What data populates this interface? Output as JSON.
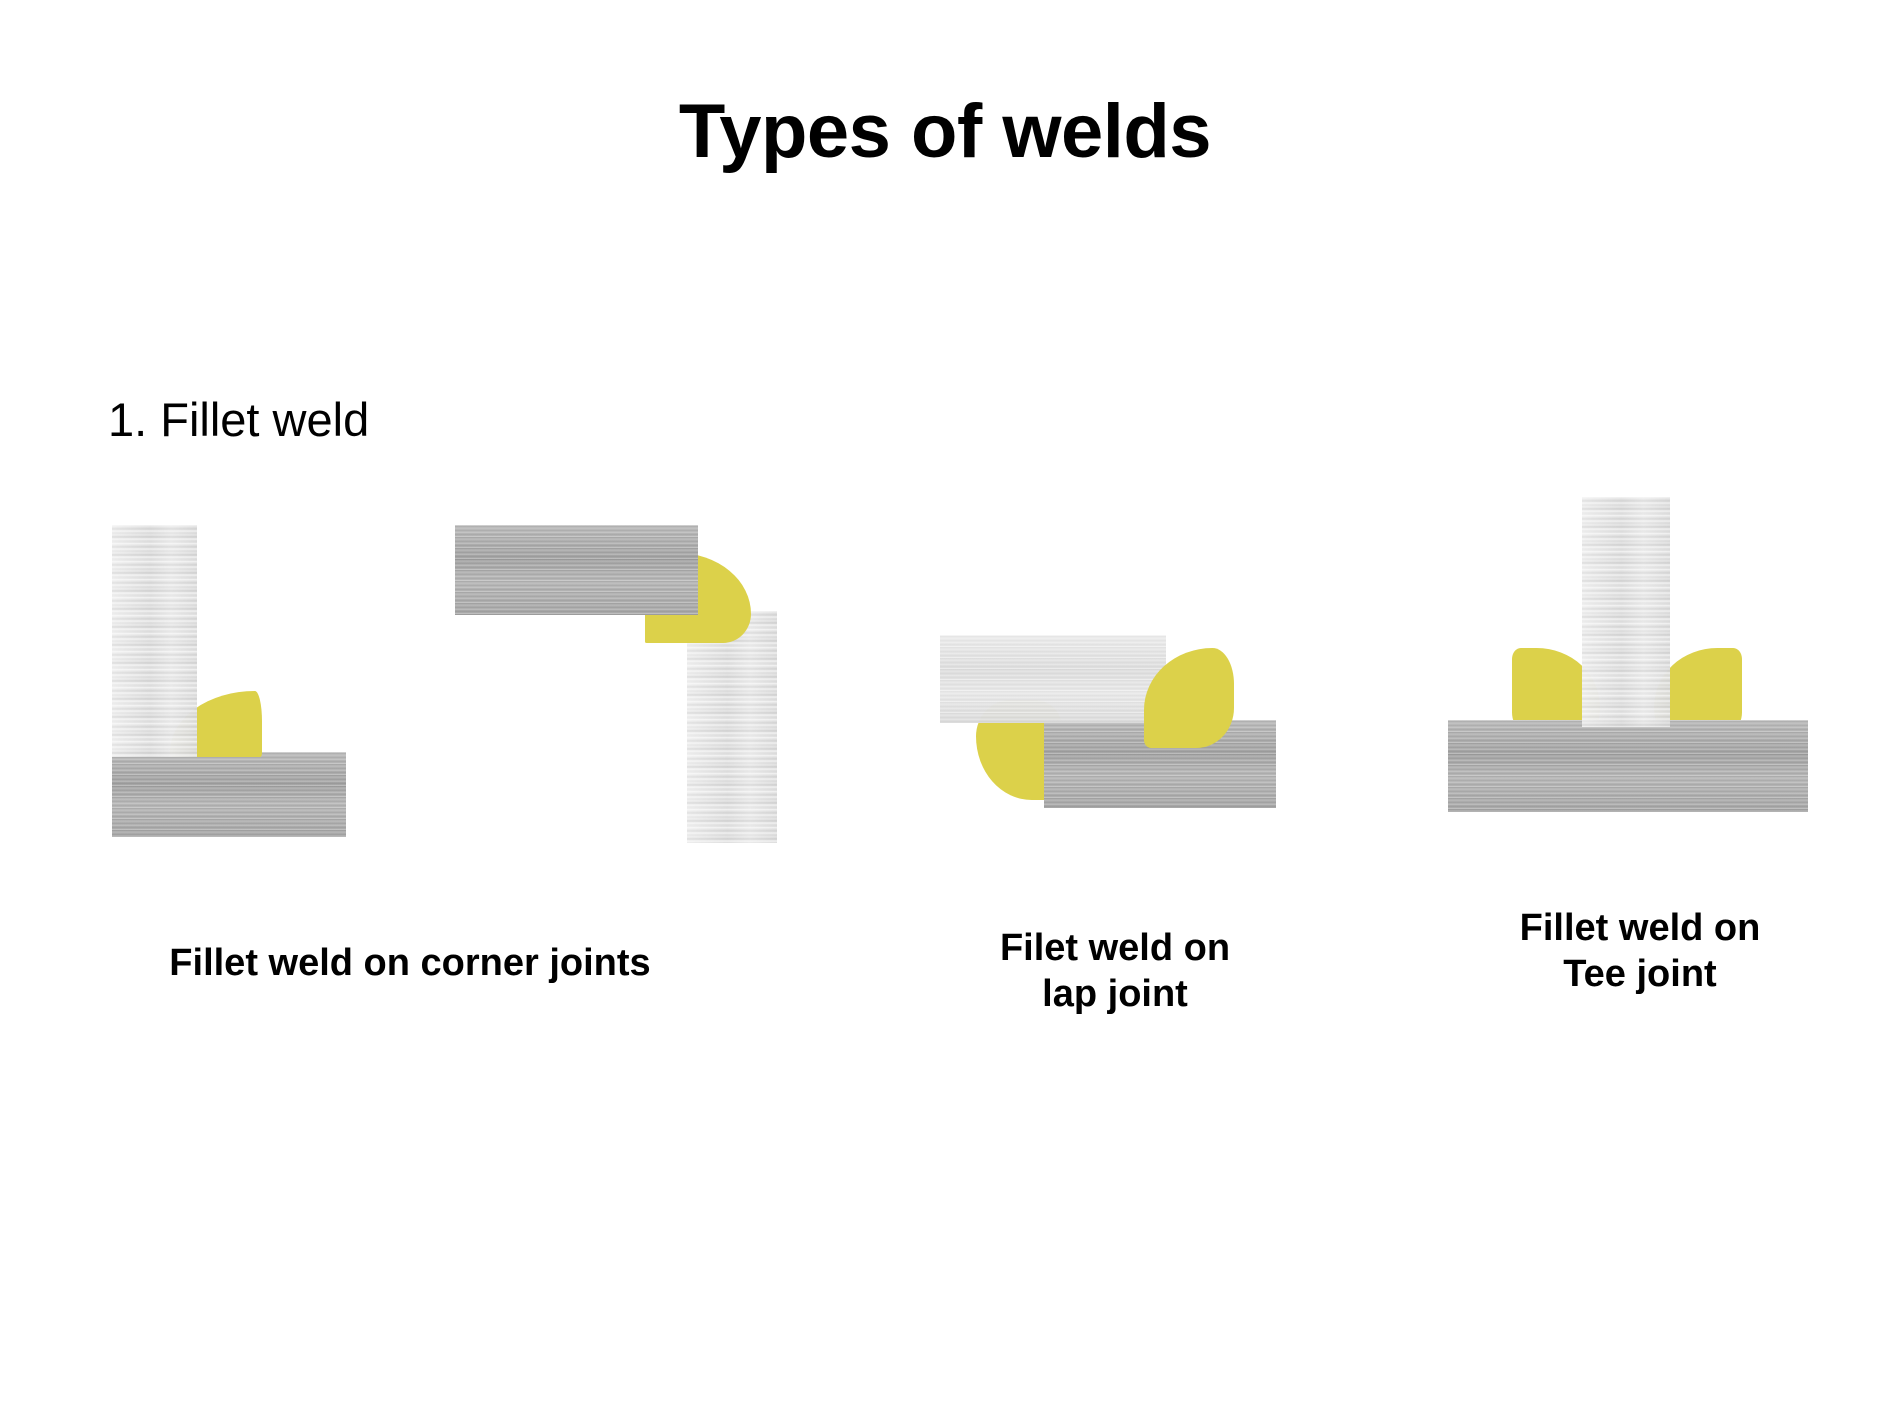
{
  "slide": {
    "title": "Types of welds",
    "section_heading": "1. Fillet weld",
    "background_color": "#FFFFFF"
  },
  "palette": {
    "weld_bead": "#DCD14A",
    "weld_bead_shadowed": "#B9AC33",
    "plate_dark": "#A8A8A8",
    "plate_light": "#E3E3E3",
    "text": "#000000"
  },
  "figures": [
    {
      "id": "fillet-corner-joints",
      "caption": "Fillet weld on corner joints",
      "joint_type": "corner",
      "weld_count": 2,
      "parts": [
        "vertical plate",
        "horizontal plate",
        "fillet weld bead"
      ]
    },
    {
      "id": "fillet-lap-joint",
      "caption": "Filet weld on\nlap joint",
      "joint_type": "lap",
      "weld_count": 2,
      "parts": [
        "upper plate",
        "lower plate",
        "fillet weld bead"
      ]
    },
    {
      "id": "fillet-tee-joint",
      "caption": "Fillet weld on\nTee joint",
      "joint_type": "tee",
      "weld_count": 2,
      "parts": [
        "vertical web plate",
        "horizontal base plate",
        "fillet weld bead"
      ]
    }
  ]
}
